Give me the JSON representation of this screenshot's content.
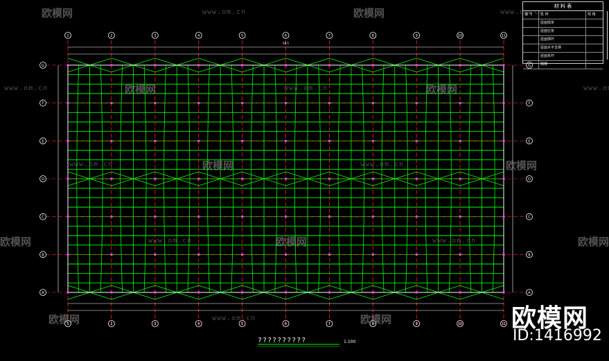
{
  "drawing": {
    "plan_title": "??????????",
    "plan_scale": "1:100",
    "column_axes": [
      "1",
      "2",
      "3",
      "4",
      "5",
      "6",
      "7",
      "8",
      "9",
      "10",
      "11"
    ],
    "row_axes": [
      "G",
      "F",
      "E",
      "D",
      "C",
      "B",
      "A"
    ],
    "top_label_center": "58.5",
    "colors": {
      "grid": "#00ff00",
      "axis_red": "#ff2020",
      "cyan": "#00e0ff",
      "white": "#ffffff",
      "magenta": "#ff40ff"
    }
  },
  "title_table": {
    "header": "材 料 表",
    "rows": [
      {
        "c1": "编 号",
        "c2": "名 称",
        "c3": "规 格"
      },
      {
        "c1": "",
        "c2": "屋面檩条",
        "c3": ""
      },
      {
        "c1": "",
        "c2": "屋面拉条",
        "c3": ""
      },
      {
        "c1": "",
        "c2": "屋面撑杆",
        "c3": ""
      },
      {
        "c1": "",
        "c2": "屋面水平支撑",
        "c3": ""
      },
      {
        "c1": "",
        "c2": "屋面系杆",
        "c3": ""
      },
      {
        "c1": "",
        "c2": "隅撑",
        "c3": ""
      }
    ]
  },
  "watermark": {
    "brand": "欧模网",
    "url": "www.om.cn",
    "id_text": "ID:1416992"
  }
}
